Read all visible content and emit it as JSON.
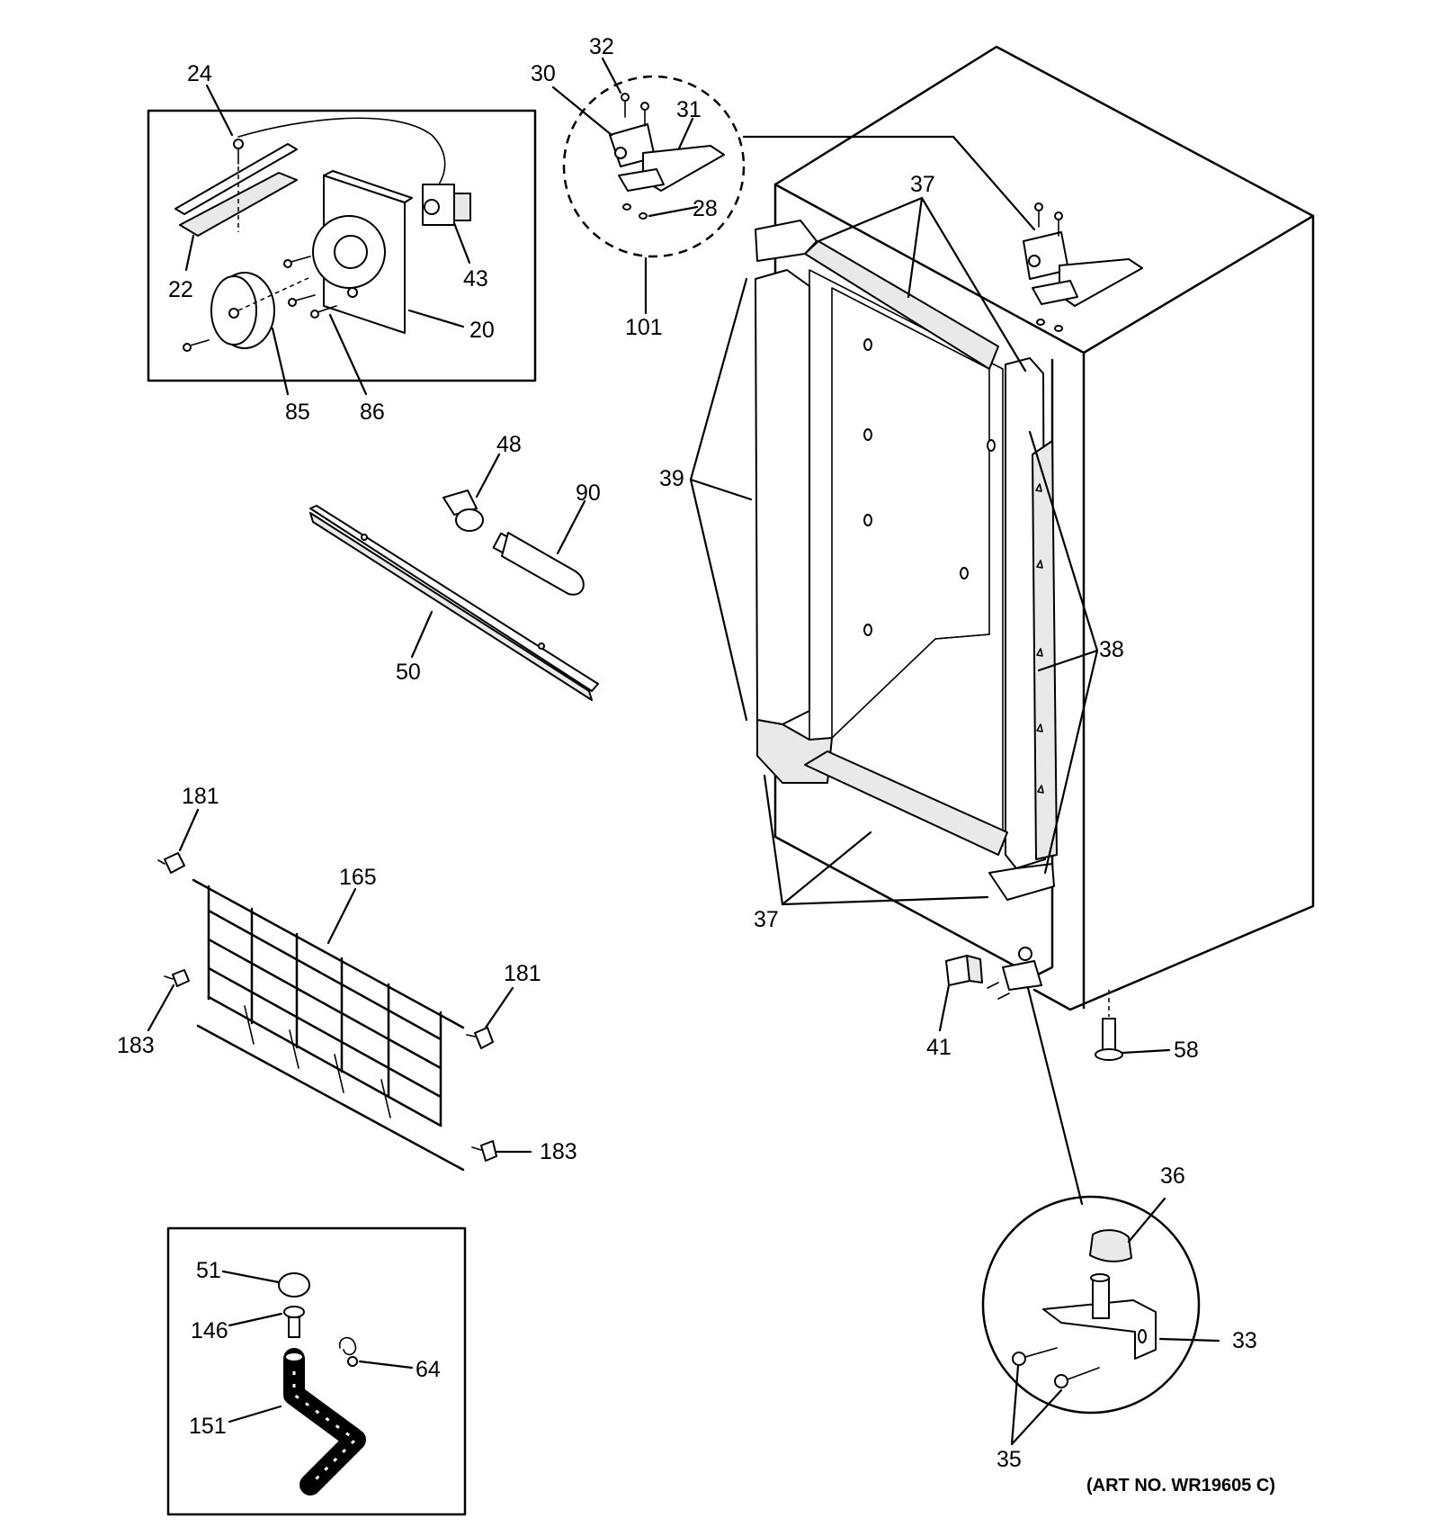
{
  "art_number": "(ART NO. WR19605 C)",
  "callouts": [
    {
      "id": "c24",
      "text": "24"
    },
    {
      "id": "c22",
      "text": "22"
    },
    {
      "id": "c43",
      "text": "43"
    },
    {
      "id": "c20",
      "text": "20"
    },
    {
      "id": "c85",
      "text": "85"
    },
    {
      "id": "c86",
      "text": "86"
    },
    {
      "id": "c32",
      "text": "32"
    },
    {
      "id": "c30",
      "text": "30"
    },
    {
      "id": "c31",
      "text": "31"
    },
    {
      "id": "c28",
      "text": "28"
    },
    {
      "id": "c101",
      "text": "101"
    },
    {
      "id": "c37a",
      "text": "37"
    },
    {
      "id": "c39",
      "text": "39"
    },
    {
      "id": "c38",
      "text": "38"
    },
    {
      "id": "c37b",
      "text": "37"
    },
    {
      "id": "c48",
      "text": "48"
    },
    {
      "id": "c90",
      "text": "90"
    },
    {
      "id": "c50",
      "text": "50"
    },
    {
      "id": "c181a",
      "text": "181"
    },
    {
      "id": "c165",
      "text": "165"
    },
    {
      "id": "c181b",
      "text": "181"
    },
    {
      "id": "c183a",
      "text": "183"
    },
    {
      "id": "c183b",
      "text": "183"
    },
    {
      "id": "c41",
      "text": "41"
    },
    {
      "id": "c58",
      "text": "58"
    },
    {
      "id": "c36",
      "text": "36"
    },
    {
      "id": "c33",
      "text": "33"
    },
    {
      "id": "c35",
      "text": "35"
    },
    {
      "id": "c51",
      "text": "51"
    },
    {
      "id": "c146",
      "text": "146"
    },
    {
      "id": "c64",
      "text": "64"
    },
    {
      "id": "c151",
      "text": "151"
    }
  ]
}
